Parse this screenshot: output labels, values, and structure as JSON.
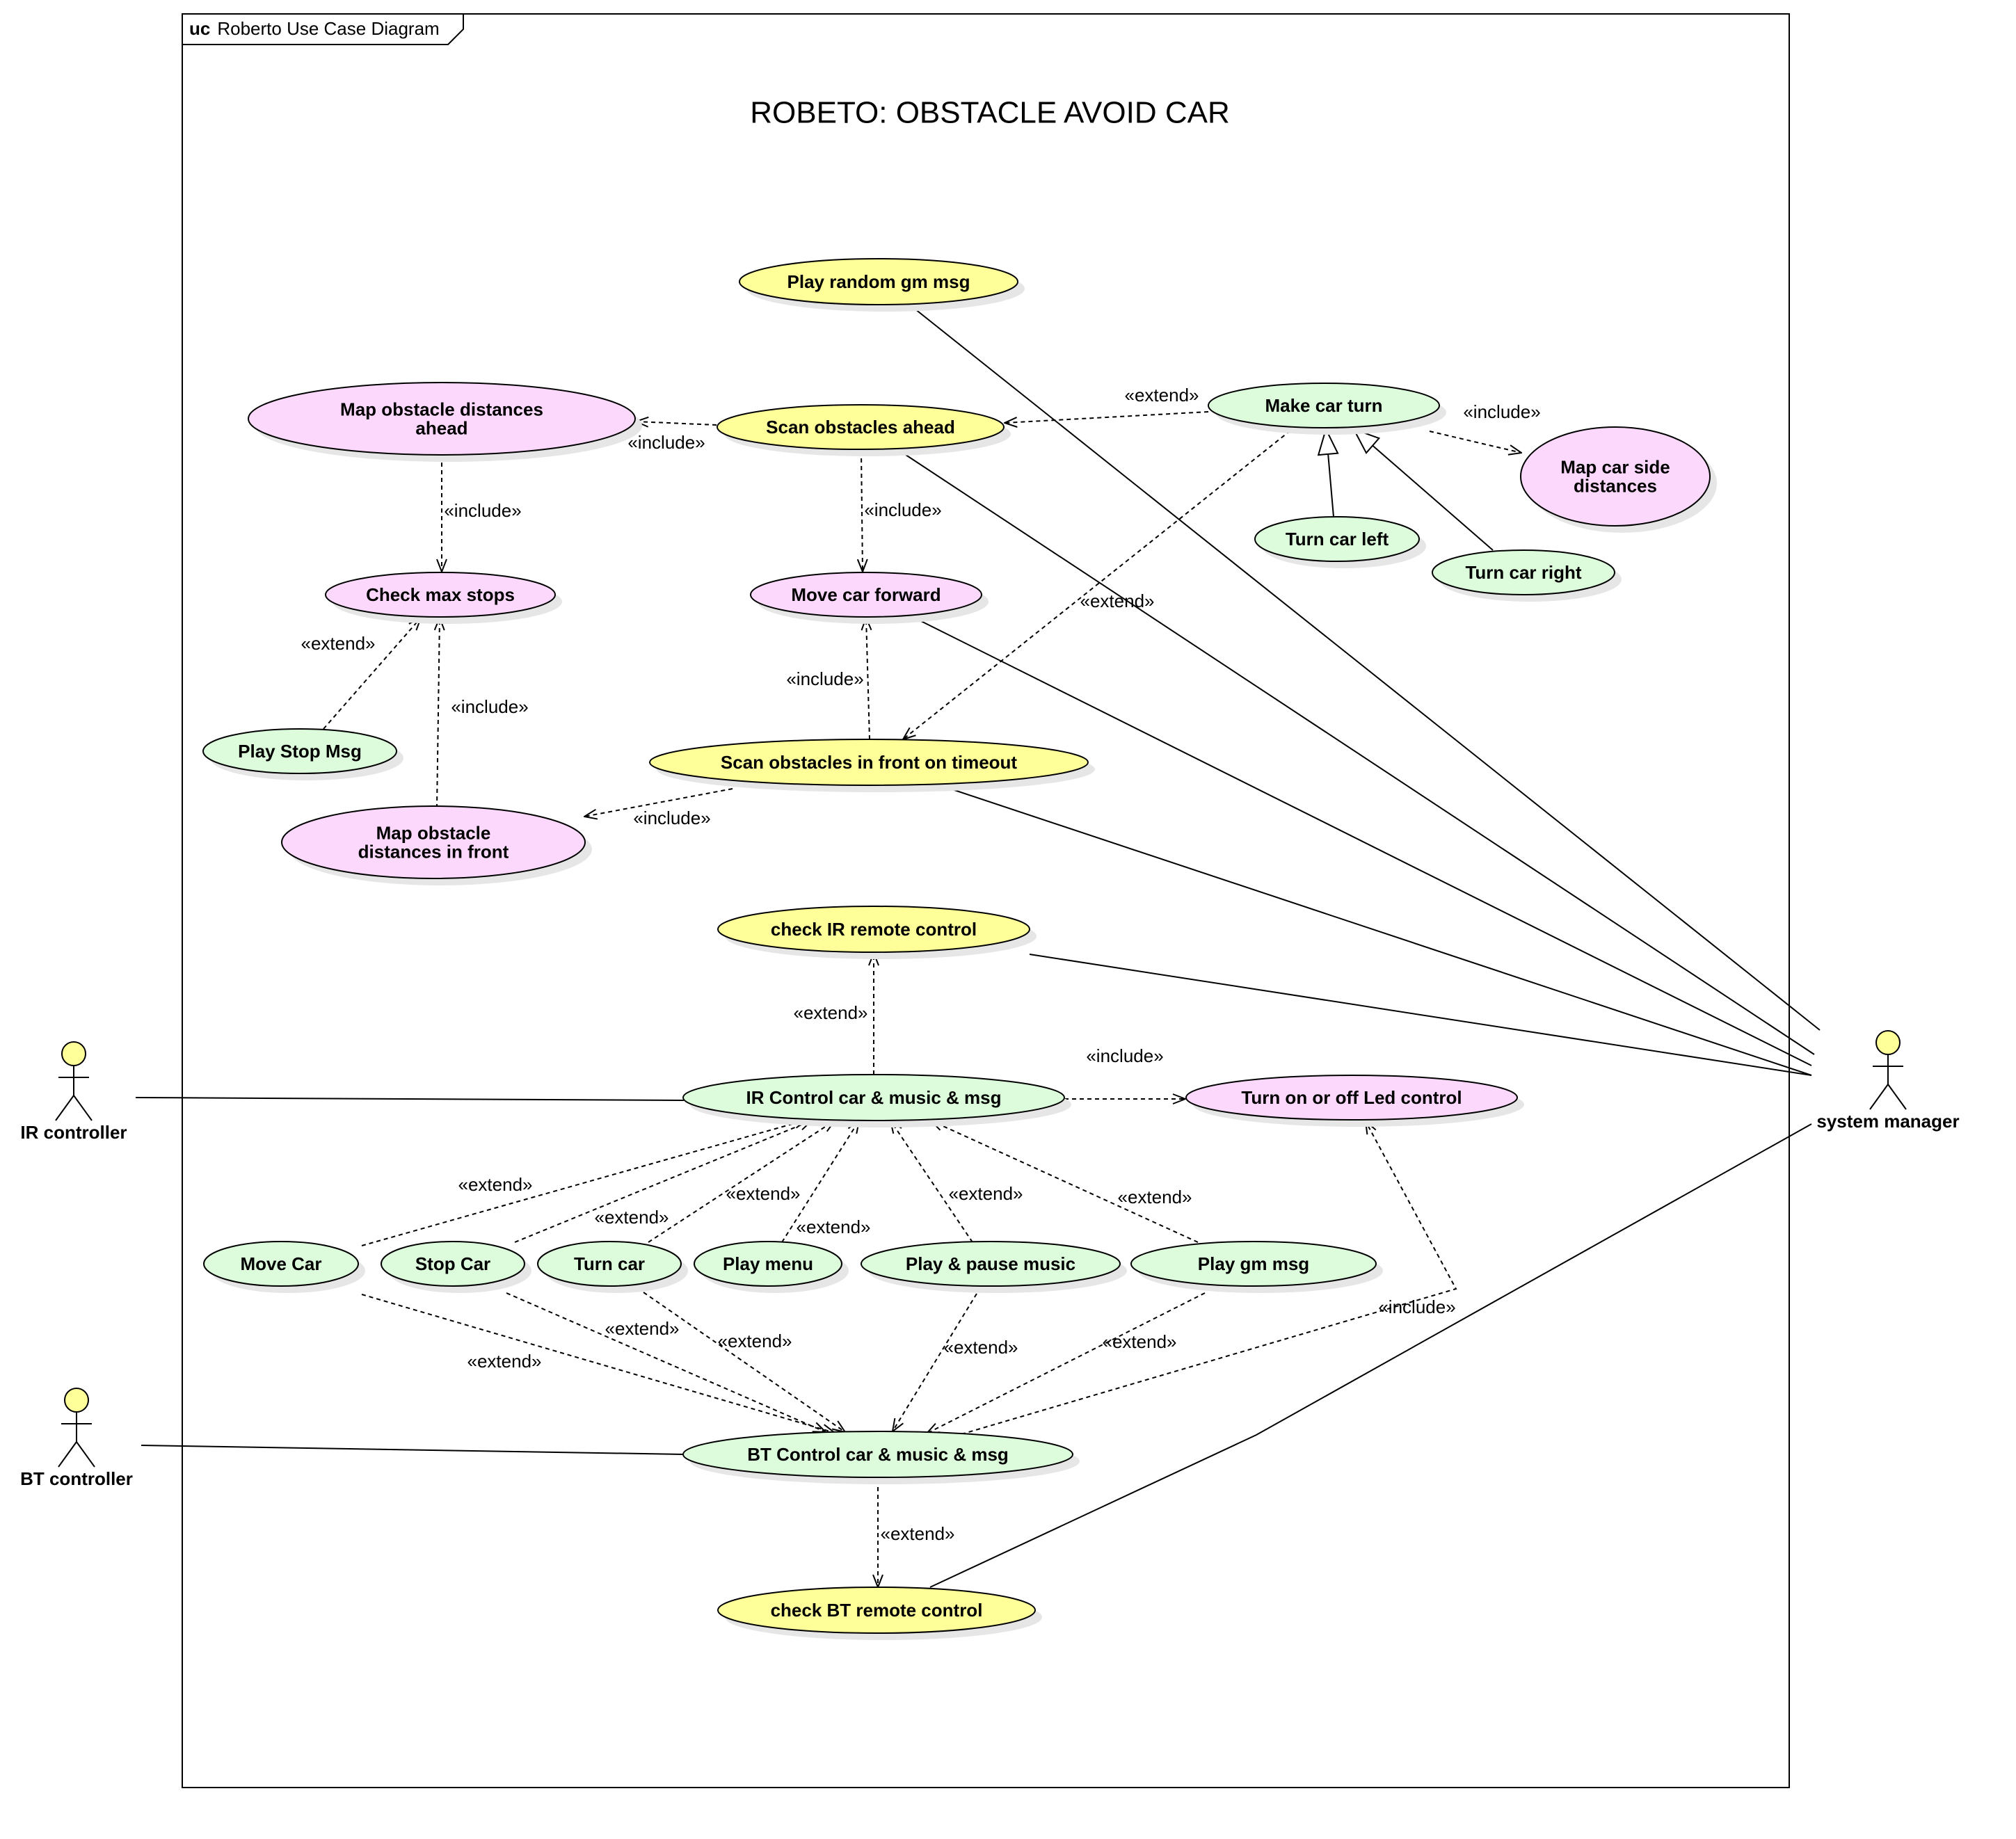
{
  "frame": {
    "keyword": "uc",
    "name": "Roberto Use Case Diagram"
  },
  "title": "ROBETO: OBSTACLE AVOID CAR",
  "colors": {
    "yellow": "#ffff99",
    "green": "#dcfcdc",
    "pink": "#fcd9fc",
    "actor_head": "#ffff99",
    "stroke": "#000000",
    "shadow": "#e6e6e6"
  },
  "actors": {
    "ir": {
      "name": "IR controller"
    },
    "bt": {
      "name": "BT controller"
    },
    "sys": {
      "name": "system manager"
    }
  },
  "use_cases": {
    "play_random": {
      "lines": [
        "Play random gm msg"
      ],
      "fill": "yellow"
    },
    "map_ahead": {
      "lines": [
        "Map obstacle distances",
        "ahead"
      ],
      "fill": "pink"
    },
    "scan_ahead": {
      "lines": [
        "Scan obstacles ahead"
      ],
      "fill": "yellow"
    },
    "make_turn": {
      "lines": [
        "Make car turn"
      ],
      "fill": "green"
    },
    "map_side": {
      "lines": [
        "Map car side",
        "distances"
      ],
      "fill": "pink"
    },
    "turn_left": {
      "lines": [
        "Turn car left"
      ],
      "fill": "green"
    },
    "turn_right": {
      "lines": [
        "Turn car right"
      ],
      "fill": "green"
    },
    "check_max": {
      "lines": [
        "Check max stops"
      ],
      "fill": "pink"
    },
    "move_forward": {
      "lines": [
        "Move car forward"
      ],
      "fill": "pink"
    },
    "play_stop": {
      "lines": [
        "Play Stop Msg"
      ],
      "fill": "green"
    },
    "scan_timeout": {
      "lines": [
        "Scan obstacles in front on timeout"
      ],
      "fill": "yellow"
    },
    "map_front": {
      "lines": [
        "Map obstacle",
        "distances in front"
      ],
      "fill": "pink"
    },
    "check_ir": {
      "lines": [
        "check IR remote control"
      ],
      "fill": "yellow"
    },
    "ir_control": {
      "lines": [
        "IR Control car & music & msg"
      ],
      "fill": "green"
    },
    "led": {
      "lines": [
        "Turn on or off Led control"
      ],
      "fill": "pink"
    },
    "move_car": {
      "lines": [
        "Move Car"
      ],
      "fill": "green"
    },
    "stop_car": {
      "lines": [
        "Stop Car"
      ],
      "fill": "green"
    },
    "turn_car": {
      "lines": [
        "Turn car"
      ],
      "fill": "green"
    },
    "play_menu": {
      "lines": [
        "Play menu"
      ],
      "fill": "green"
    },
    "play_pause": {
      "lines": [
        "Play & pause music"
      ],
      "fill": "green"
    },
    "play_gm": {
      "lines": [
        "Play gm msg"
      ],
      "fill": "green"
    },
    "bt_control": {
      "lines": [
        "BT Control car & music & msg"
      ],
      "fill": "green"
    },
    "check_bt": {
      "lines": [
        "check BT remote control"
      ],
      "fill": "yellow"
    }
  },
  "relationships": [
    {
      "type": "include",
      "from": "scan_ahead",
      "to": "map_ahead",
      "label": "«include»"
    },
    {
      "type": "include",
      "from": "map_ahead",
      "to": "check_max",
      "label": "«include»"
    },
    {
      "type": "extend",
      "from": "make_turn",
      "to": "scan_ahead",
      "label": "«extend»"
    },
    {
      "type": "include",
      "from": "make_turn",
      "to": "map_side",
      "label": "«include»"
    },
    {
      "type": "generalization",
      "from": "turn_left",
      "to": "make_turn"
    },
    {
      "type": "generalization",
      "from": "turn_right",
      "to": "make_turn"
    },
    {
      "type": "include",
      "from": "scan_ahead",
      "to": "move_forward",
      "label": "«include»"
    },
    {
      "type": "extend",
      "from": "make_turn",
      "to": "scan_timeout",
      "label": "«extend»"
    },
    {
      "type": "extend",
      "from": "play_stop",
      "to": "check_max",
      "label": "«extend»"
    },
    {
      "type": "include",
      "from": "map_front",
      "to": "check_max",
      "label": "«include»"
    },
    {
      "type": "include",
      "from": "scan_timeout",
      "to": "move_forward",
      "label": "«include»"
    },
    {
      "type": "include",
      "from": "scan_timeout",
      "to": "map_front",
      "label": "«include»"
    },
    {
      "type": "extend",
      "from": "ir_control",
      "to": "check_ir",
      "label": "«extend»"
    },
    {
      "type": "include",
      "from": "ir_control",
      "to": "led",
      "label": "«include»"
    },
    {
      "type": "extend",
      "from": "move_car",
      "to": "ir_control",
      "label": "«extend»"
    },
    {
      "type": "extend",
      "from": "stop_car",
      "to": "ir_control",
      "label": "«extend»"
    },
    {
      "type": "extend",
      "from": "turn_car",
      "to": "ir_control",
      "label": "«extend»"
    },
    {
      "type": "extend",
      "from": "play_menu",
      "to": "ir_control",
      "label": "«extend»"
    },
    {
      "type": "extend",
      "from": "play_pause",
      "to": "ir_control",
      "label": "«extend»"
    },
    {
      "type": "extend",
      "from": "play_gm",
      "to": "ir_control",
      "label": "«extend»"
    },
    {
      "type": "extend",
      "from": "move_car",
      "to": "bt_control",
      "label": "«extend»"
    },
    {
      "type": "extend",
      "from": "stop_car",
      "to": "bt_control",
      "label": "«extend»"
    },
    {
      "type": "extend",
      "from": "turn_car",
      "to": "bt_control",
      "label": "«extend»"
    },
    {
      "type": "extend",
      "from": "play_pause",
      "to": "bt_control",
      "label": "«extend»"
    },
    {
      "type": "extend",
      "from": "play_gm",
      "to": "bt_control",
      "label": "«extend»"
    },
    {
      "type": "include",
      "from": "bt_control",
      "to": "led",
      "label": "«include»"
    },
    {
      "type": "extend",
      "from": "bt_control",
      "to": "check_bt",
      "label": "«extend»"
    },
    {
      "type": "association",
      "from": "ir",
      "to": "ir_control"
    },
    {
      "type": "association",
      "from": "bt",
      "to": "bt_control"
    },
    {
      "type": "association",
      "from": "sys",
      "to": "play_random"
    },
    {
      "type": "association",
      "from": "sys",
      "to": "scan_ahead"
    },
    {
      "type": "association",
      "from": "sys",
      "to": "move_forward"
    },
    {
      "type": "association",
      "from": "sys",
      "to": "scan_timeout"
    },
    {
      "type": "association",
      "from": "sys",
      "to": "check_ir"
    },
    {
      "type": "association",
      "from": "sys",
      "to": "check_bt"
    }
  ]
}
